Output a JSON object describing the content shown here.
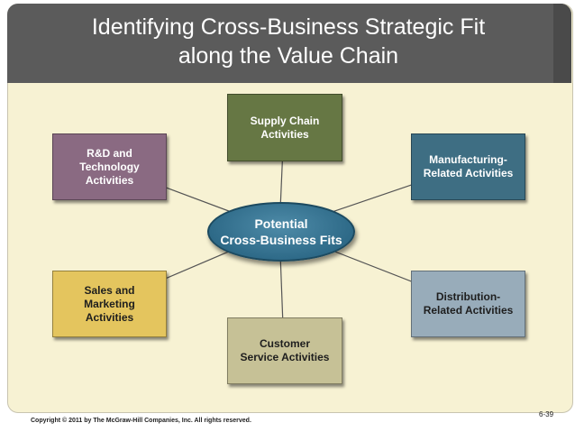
{
  "slide": {
    "title": "Identifying Cross-Business Strategic Fit\nalong the Value Chain",
    "center": "Potential\nCross-Business Fits",
    "activities": {
      "rd": "R&D and\nTechnology\nActivities",
      "supply_chain": "Supply Chain\nActivities",
      "manufacturing": "Manufacturing-\nRelated Activities",
      "sales_marketing": "Sales and\nMarketing\nActivities",
      "customer_service": "Customer\nService Activities",
      "distribution": "Distribution-\nRelated Activities"
    },
    "copyright": "Copyright © 2011 by The McGraw-Hill Companies, Inc. All rights reserved.",
    "page_number": "6-39"
  },
  "colors": {
    "background": "#F7F2D3",
    "title_bar": "#5B5B5B",
    "rd_box": "#8A6A82",
    "supply_chain_box": "#667744",
    "manufacturing_box": "#3E6E83",
    "sales_marketing_box": "#E4C55E",
    "customer_service_box": "#C6C196",
    "distribution_box": "#98ACBA",
    "hub": "#2E6A88"
  }
}
